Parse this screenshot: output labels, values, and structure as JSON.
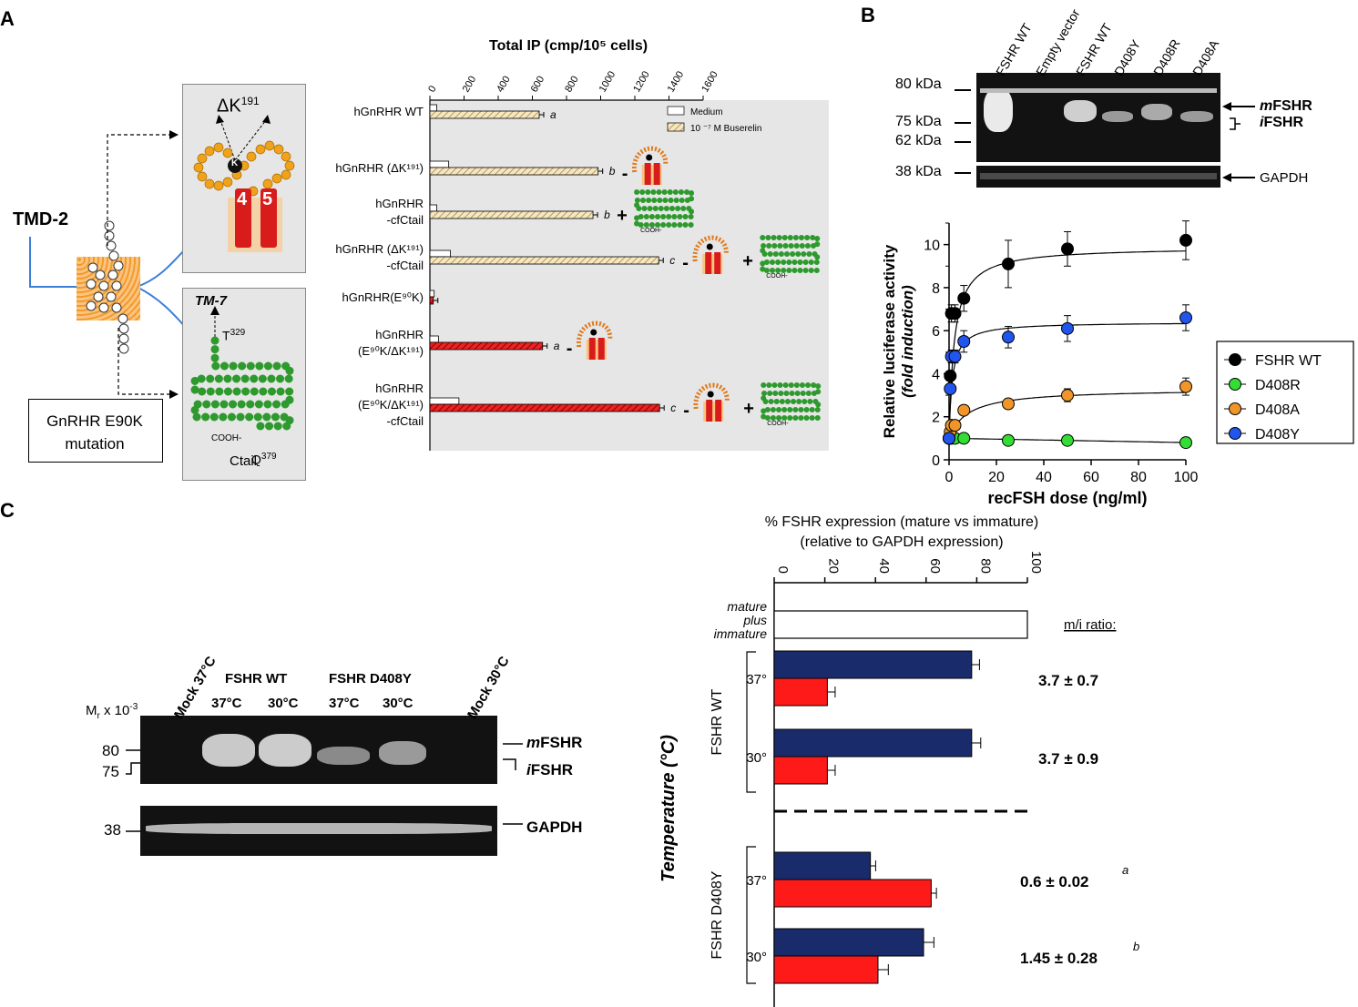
{
  "panels": {
    "a": "A",
    "b": "B",
    "c": "C"
  },
  "panelA": {
    "tmd_label": "TMD-2",
    "mutation_label": "GnRHR E90K mutation",
    "deltaK_label": "ΔK",
    "deltaK_sup": "191",
    "tm7_label": "TM-7",
    "t329": "T",
    "t329_sup": "329",
    "q379": "Q",
    "q379_sup": "379",
    "cooh": "COOH-",
    "ctail": "Ctail",
    "k_letter": "K",
    "helix_4": "4",
    "helix_5": "5",
    "chart_data": {
      "type": "bar",
      "title": "Total IP (cmp/10⁵ cells)",
      "orientation": "horizontal",
      "xlim": [
        0,
        1600
      ],
      "xticks": [
        "0",
        "200",
        "400",
        "600",
        "800",
        "1000",
        "1200",
        "1400",
        "1600"
      ],
      "legend": [
        "Medium",
        "10 ⁻⁷ M Buserelin"
      ],
      "categories": [
        "hGnRHR WT",
        "hGnRHR (ΔK¹⁹¹)",
        "hGnRHR -cfCtail",
        "hGnRHR (ΔK¹⁹¹) -cfCtail",
        "hGnRHR(E⁹⁰K)",
        "hGnRHR (E⁹⁰K/ΔK¹⁹¹)",
        "hGnRHR (E⁹⁰K/ΔK¹⁹¹) -cfCtail"
      ],
      "series": [
        {
          "name": "Medium",
          "values": [
            40,
            110,
            40,
            120,
            25,
            50,
            170
          ]
        },
        {
          "name": "10 ⁻⁷ M Buserelin",
          "values": [
            640,
            985,
            955,
            1340,
            20,
            660,
            1345
          ]
        }
      ],
      "significance": [
        "a",
        "b",
        "b",
        "c",
        "",
        "a",
        "c"
      ],
      "operators": [
        "",
        "-",
        "+",
        "- +",
        "",
        "-",
        "- +"
      ]
    }
  },
  "panelB": {
    "lanes": [
      "FSHR WT",
      "Empty vector",
      "FSHR WT",
      "D408Y",
      "D408R",
      "D408A"
    ],
    "mw": [
      "80 kDa",
      "75 kDa",
      "62 kDa",
      "38 kDa"
    ],
    "mFSHR_italic": "m",
    "iFSHR_italic": "i",
    "fshr": "FSHR",
    "gapdh": "GAPDH",
    "chart_data": {
      "type": "scatter",
      "xlabel": "recFSH dose  (ng/ml)",
      "ylabel_line1": "Relative luciferase activity",
      "ylabel_line2": "(fold induction)",
      "xlim": [
        0,
        100
      ],
      "ylim": [
        0,
        11
      ],
      "xticks": [
        "0",
        "20",
        "40",
        "60",
        "80",
        "100"
      ],
      "yticks": [
        "0",
        "2",
        "4",
        "6",
        "8",
        "10"
      ],
      "x": [
        0,
        0.5,
        1,
        2.5,
        6.25,
        25,
        50,
        100
      ],
      "series": [
        {
          "name": "FSHR WT",
          "color": "#000000",
          "values": [
            1.0,
            3.9,
            6.8,
            6.8,
            7.5,
            9.1,
            9.8,
            10.2
          ],
          "err": [
            0,
            0.2,
            0.4,
            0.4,
            0.6,
            1.1,
            0.8,
            0.9
          ]
        },
        {
          "name": "D408R",
          "color": "#33dd33",
          "values": [
            1.0,
            1.0,
            1.0,
            1.0,
            1.0,
            0.9,
            0.9,
            0.8
          ],
          "err": [
            0,
            0,
            0,
            0,
            0,
            0,
            0,
            0
          ]
        },
        {
          "name": "D408A",
          "color": "#f0952a",
          "values": [
            1.0,
            1.3,
            1.6,
            1.6,
            2.3,
            2.6,
            3.0,
            3.4
          ],
          "err": [
            0,
            0,
            0,
            0,
            0,
            0.2,
            0.3,
            0.4
          ]
        },
        {
          "name": "D408Y",
          "color": "#2255ee",
          "values": [
            1.0,
            3.3,
            4.8,
            4.8,
            5.5,
            5.7,
            6.1,
            6.6
          ],
          "err": [
            0,
            0,
            0.3,
            0.3,
            0.5,
            0.5,
            0.6,
            0.6
          ]
        }
      ],
      "legend_position": "right"
    }
  },
  "panelC": {
    "blot": {
      "lane_mock37": "Mock 37°C",
      "lane_mock30": "Mock 30°C",
      "group_wt": "FSHR WT",
      "group_d408y": "FSHR D408Y",
      "temps": [
        "37°C",
        "30°C",
        "37°C",
        "30°C"
      ],
      "mr": "M",
      "mr_sub": "r",
      "mr_rest": " x 10",
      "mr_sup": "-3",
      "mw": [
        "80",
        "75",
        "38"
      ],
      "mfshr_m": "m",
      "ifshr_i": "i",
      "fshr": "FSHR",
      "gapdh": "GAPDH"
    },
    "chart_data": {
      "type": "bar",
      "orientation": "horizontal",
      "title_line1": "% FSHR expression (mature vs immature)",
      "title_line2": "(relative to GAPDH expression)",
      "ylabel": "Temperature (°C)",
      "xlim": [
        0,
        100
      ],
      "xticks": [
        "0",
        "20",
        "40",
        "60",
        "80",
        "100"
      ],
      "total_label": [
        "mature",
        "plus",
        "immature"
      ],
      "total_value": 100,
      "ratio_header": "m/i ratio:",
      "groups": [
        {
          "name": "FSHR WT",
          "rows": [
            {
              "temp": "37°",
              "mature": 78,
              "immature": 21,
              "err_m": 2,
              "err_i": 2,
              "ratio": "3.7 ± 0.7",
              "sup": ""
            },
            {
              "temp": "30°",
              "mature": 78,
              "immature": 21,
              "err_m": 2.5,
              "err_i": 2,
              "ratio": "3.7 ± 0.9",
              "sup": ""
            }
          ]
        },
        {
          "name": "FSHR D408Y",
          "rows": [
            {
              "temp": "37°",
              "mature": 38,
              "immature": 62,
              "err_m": 1,
              "err_i": 1,
              "ratio": "0.6 ± 0.02",
              "sup": "a"
            },
            {
              "temp": "30°",
              "mature": 59,
              "immature": 41,
              "err_m": 3,
              "err_i": 3,
              "ratio": "1.45 ± 0.28",
              "sup": "b"
            }
          ]
        }
      ],
      "colors": {
        "mature": "#1a2b6b",
        "immature": "#ff1a1a"
      }
    }
  }
}
